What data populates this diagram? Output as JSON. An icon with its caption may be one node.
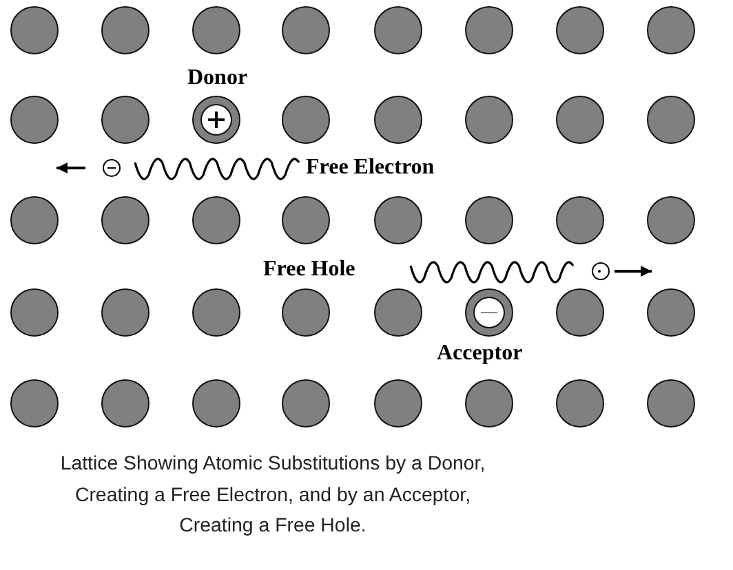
{
  "diagram": {
    "caption": "Lattice Showing Atomic Substitutions by a Donor, Creating a Free Electron, and by an Acceptor, Creating a Free Hole.",
    "labels": [
      "Donor",
      "Free Electron",
      "Free Hole",
      "Acceptor"
    ]
  }
}
